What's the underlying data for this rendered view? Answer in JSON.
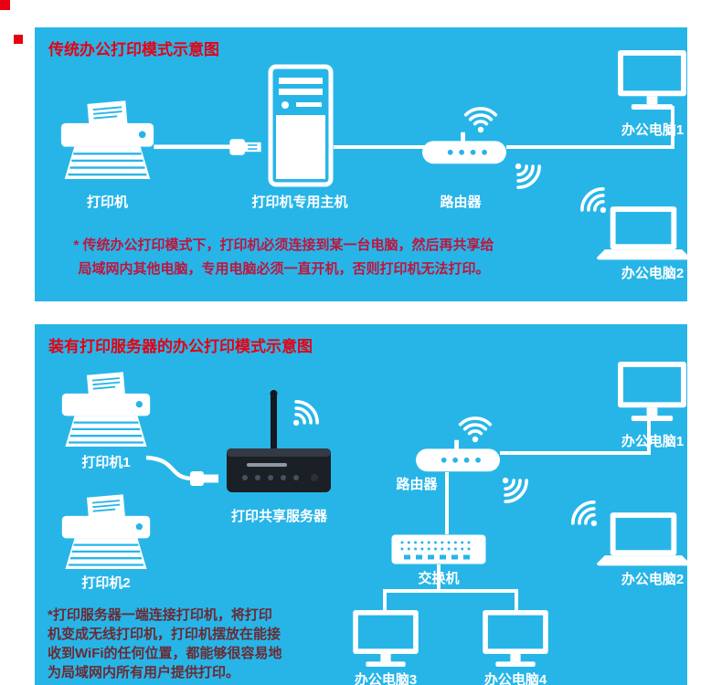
{
  "colors": {
    "panel_bg": "#27B5E8",
    "title_red": "#E60012",
    "note1_red": "#C0143C",
    "note2_red": "#6B2A33",
    "device_white": "#FFFFFF",
    "server_black": "#1B1F26"
  },
  "icons": {
    "printer": "printer-icon",
    "desktop_tower": "tower-icon",
    "router": "router-icon",
    "wifi": "wifi-signal-icon",
    "monitor": "monitor-icon",
    "laptop": "laptop-icon",
    "print_server": "print-server-icon",
    "switch": "network-switch-icon",
    "usb_cable": "usb-cable-icon"
  },
  "panel1": {
    "title": "传统办公打印模式示意图",
    "labels": {
      "printer": "打印机",
      "host": "打印机专用主机",
      "router": "路由器",
      "pc1": "办公电脑1",
      "pc2": "办公电脑2"
    },
    "note_line1": "* 传统办公打印模式下，打印机必须连接到某一台电脑，然后再共享给",
    "note_line2": "局域网内其他电脑，专用电脑必须一直开机，否则打印机无法打印。"
  },
  "panel2": {
    "title": "装有打印服务器的办公打印模式示意图",
    "labels": {
      "printer1": "打印机1",
      "printer2": "打印机2",
      "server": "打印共享服务器",
      "router": "路由器",
      "switch": "交换机",
      "pc1": "办公电脑1",
      "pc2": "办公电脑2",
      "pc3": "办公电脑3",
      "pc4": "办公电脑4"
    },
    "note_line1": "*打印服务器一端连接打印机，将打印",
    "note_line2": "机变成无线打印机，打印机摆放在能接",
    "note_line3": "收到WiFi的任何位置，都能够很容易地",
    "note_line4": "为局域网内所有用户提供打印。"
  }
}
